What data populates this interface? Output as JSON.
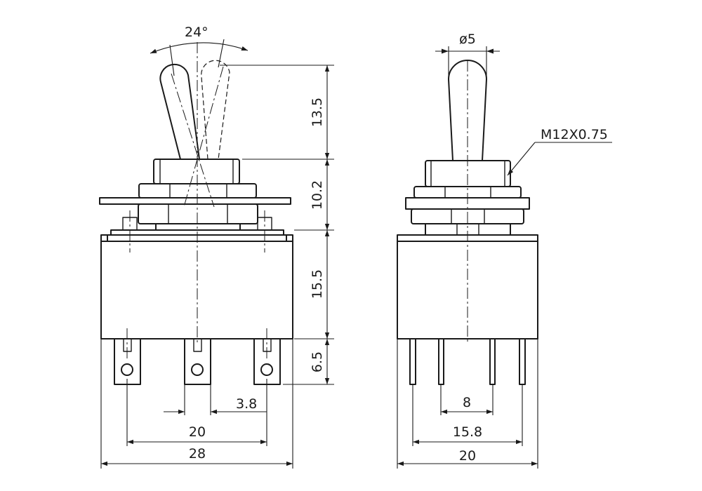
{
  "dimensions": {
    "angle": "24°",
    "lever_height": "13.5",
    "bushing_height": "10.2",
    "body_height": "15.5",
    "terminal_length": "6.5",
    "terminal_pitch": "3.8",
    "terminal_span": "20",
    "body_width": "28",
    "lever_diameter": "ø5",
    "thread": "M12X0.75",
    "side_pitch": "8",
    "side_span": "15.8",
    "side_width": "20"
  }
}
